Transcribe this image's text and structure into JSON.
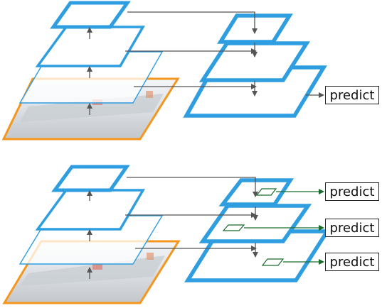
{
  "colors": {
    "feature_map": "#2e9ee0",
    "image_border": "#f5961e",
    "arrow": "#555555",
    "prediction_arrow": "#1b6b2f",
    "photo_sky": "#eef2f5",
    "photo_water": "#c9cdd2"
  },
  "top_panel": {
    "predict_label": "predict"
  },
  "bottom_panel": {
    "predict_labels": [
      "predict",
      "predict",
      "predict"
    ]
  },
  "icons": {
    "image_thumbnail": "boat-photo"
  }
}
